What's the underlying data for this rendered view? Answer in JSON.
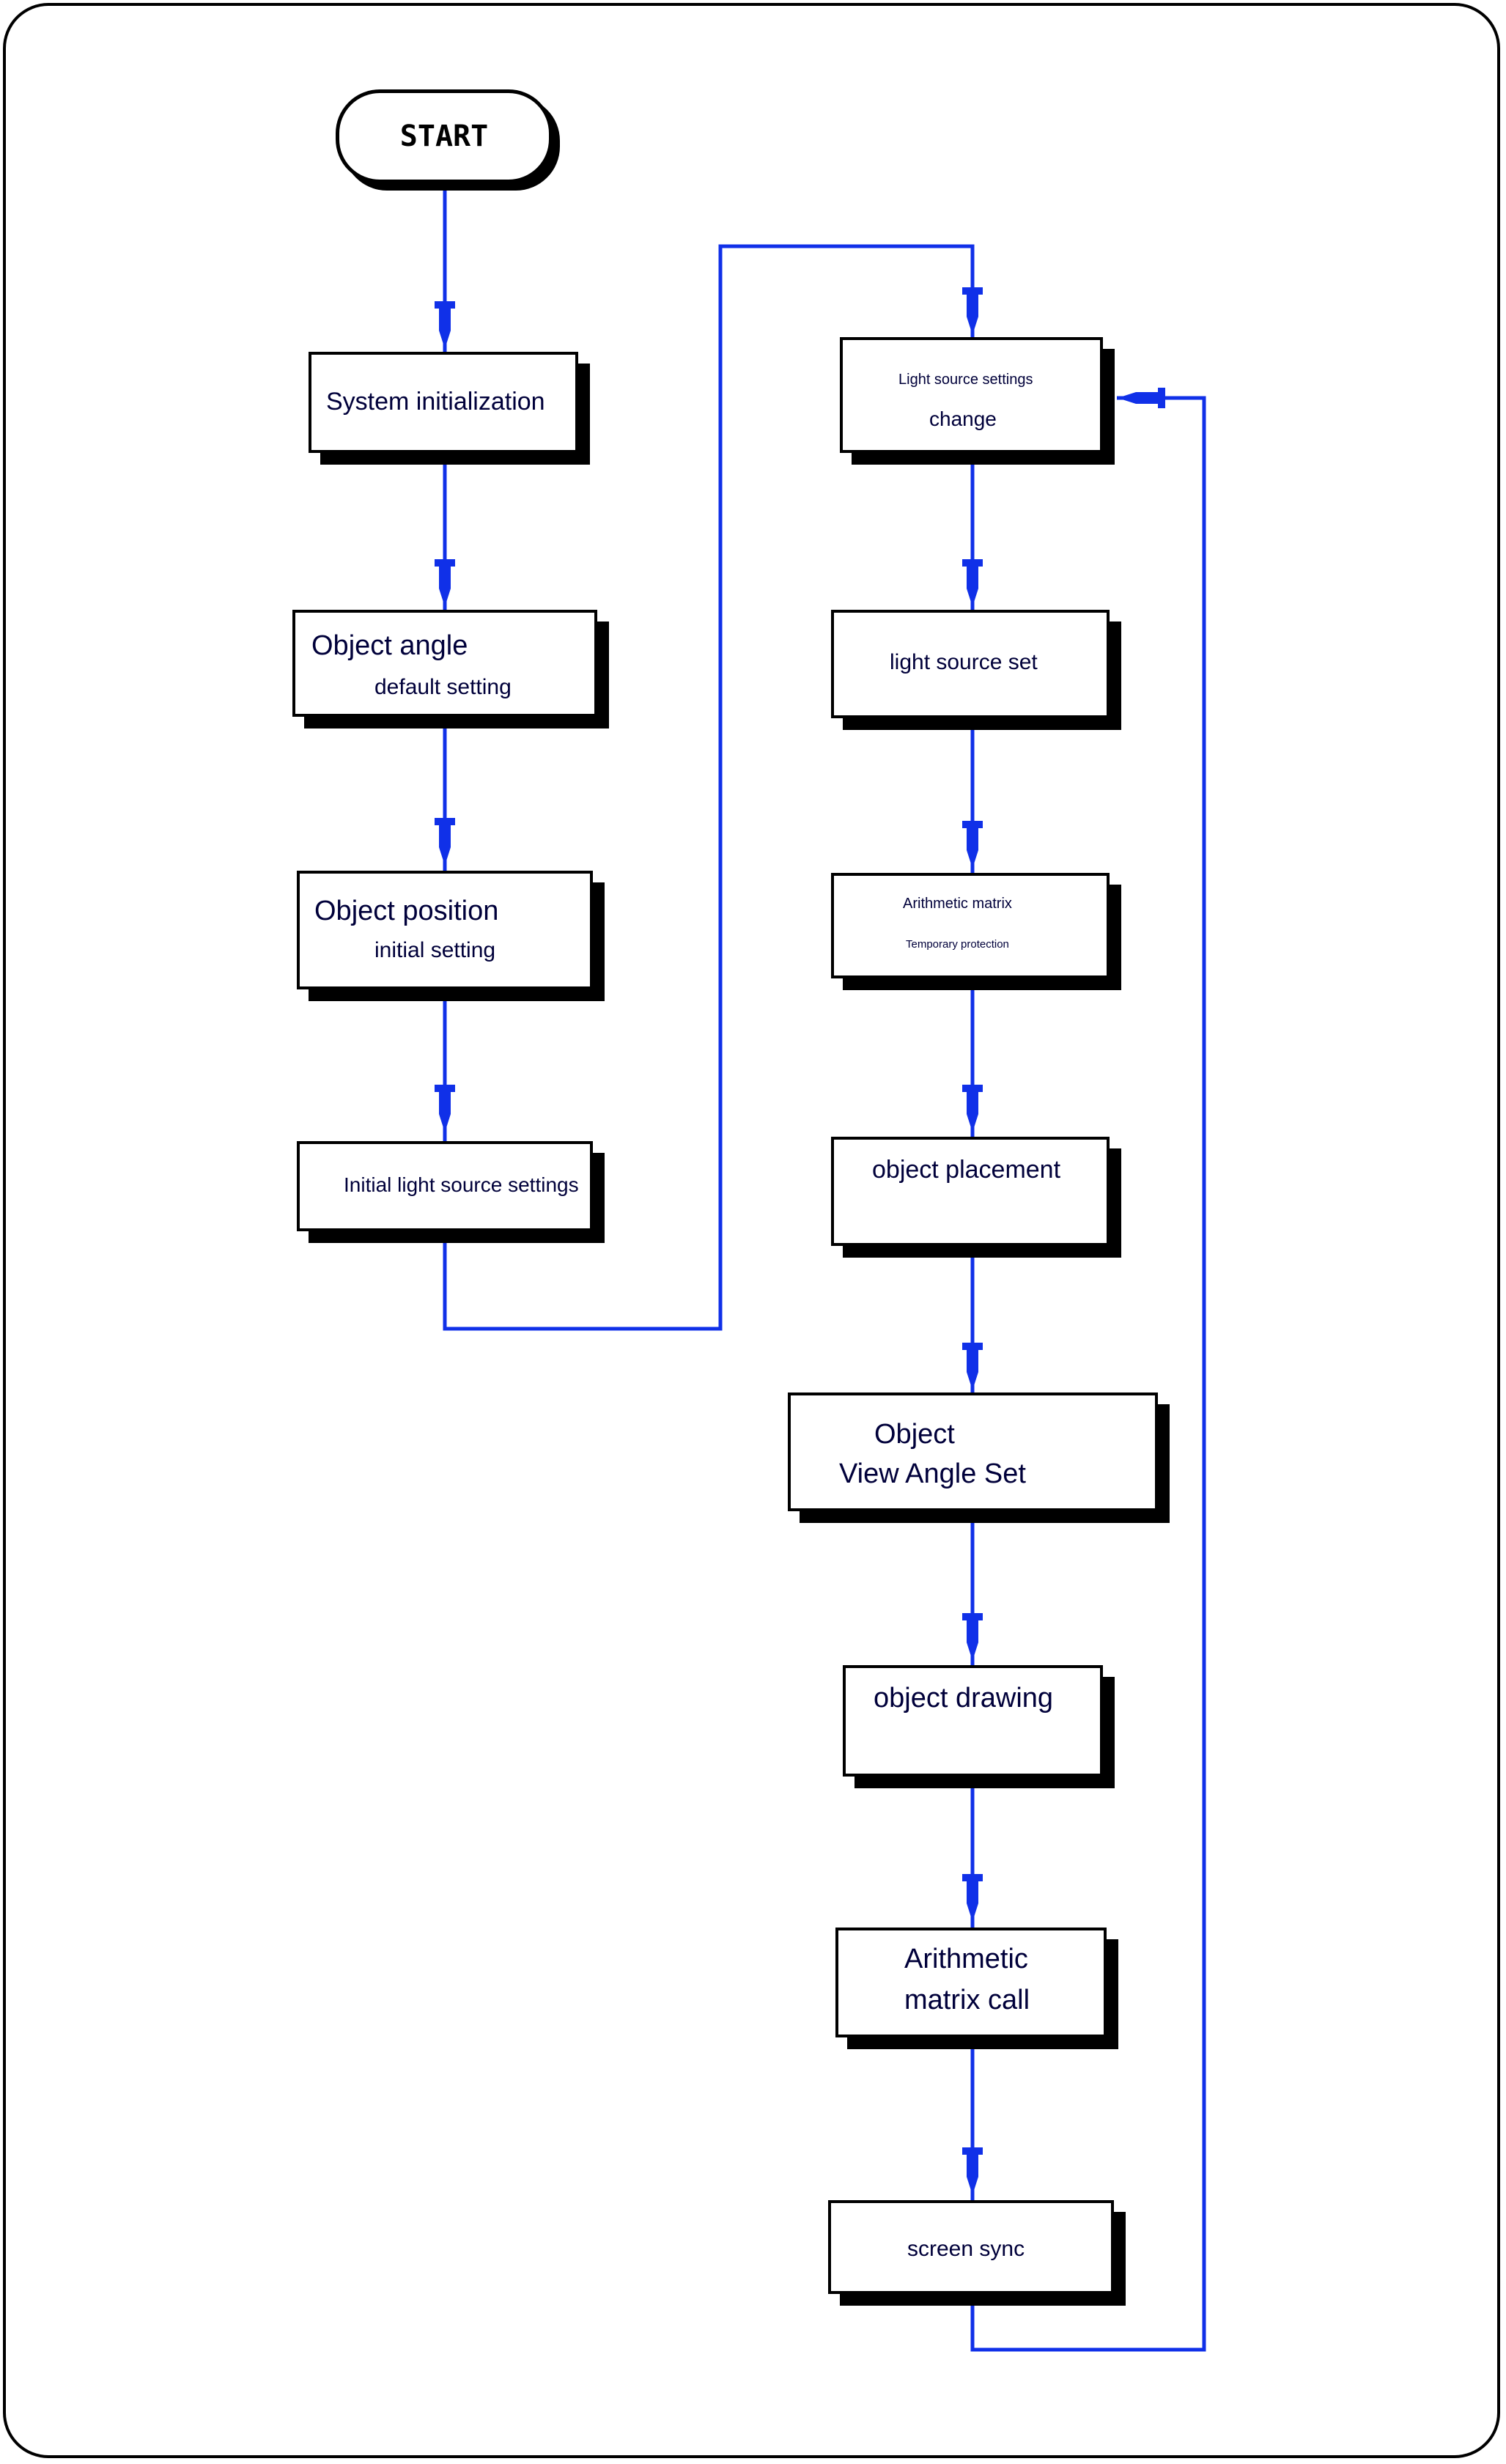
{
  "start": {
    "label": "START"
  },
  "left_column": [
    {
      "id": "system-initialization",
      "lines": [
        "System initialization"
      ]
    },
    {
      "id": "object-angle",
      "lines": [
        "Object angle",
        "default setting"
      ]
    },
    {
      "id": "object-position",
      "lines": [
        "Object position",
        "initial setting"
      ]
    },
    {
      "id": "initial-light-source",
      "lines": [
        "Initial light source settings"
      ]
    }
  ],
  "right_column": [
    {
      "id": "light-source-settings-change",
      "lines": [
        "Light source settings",
        "change"
      ]
    },
    {
      "id": "light-source-set",
      "lines": [
        "light source set"
      ]
    },
    {
      "id": "arithmetic-matrix-temporary",
      "lines": [
        "Arithmetic matrix",
        "Temporary protection"
      ]
    },
    {
      "id": "object-placement",
      "lines": [
        "object placement"
      ]
    },
    {
      "id": "object-view-angle-set",
      "lines": [
        "Object",
        "View Angle Set"
      ]
    },
    {
      "id": "object-drawing",
      "lines": [
        "object drawing"
      ]
    },
    {
      "id": "arithmetic-matrix-call",
      "lines": [
        "Arithmetic",
        "matrix call"
      ]
    },
    {
      "id": "screen-sync",
      "lines": [
        "screen sync"
      ]
    }
  ],
  "colors": {
    "connector": "#1030e8",
    "box_border": "#000000",
    "text": "#00003a"
  }
}
